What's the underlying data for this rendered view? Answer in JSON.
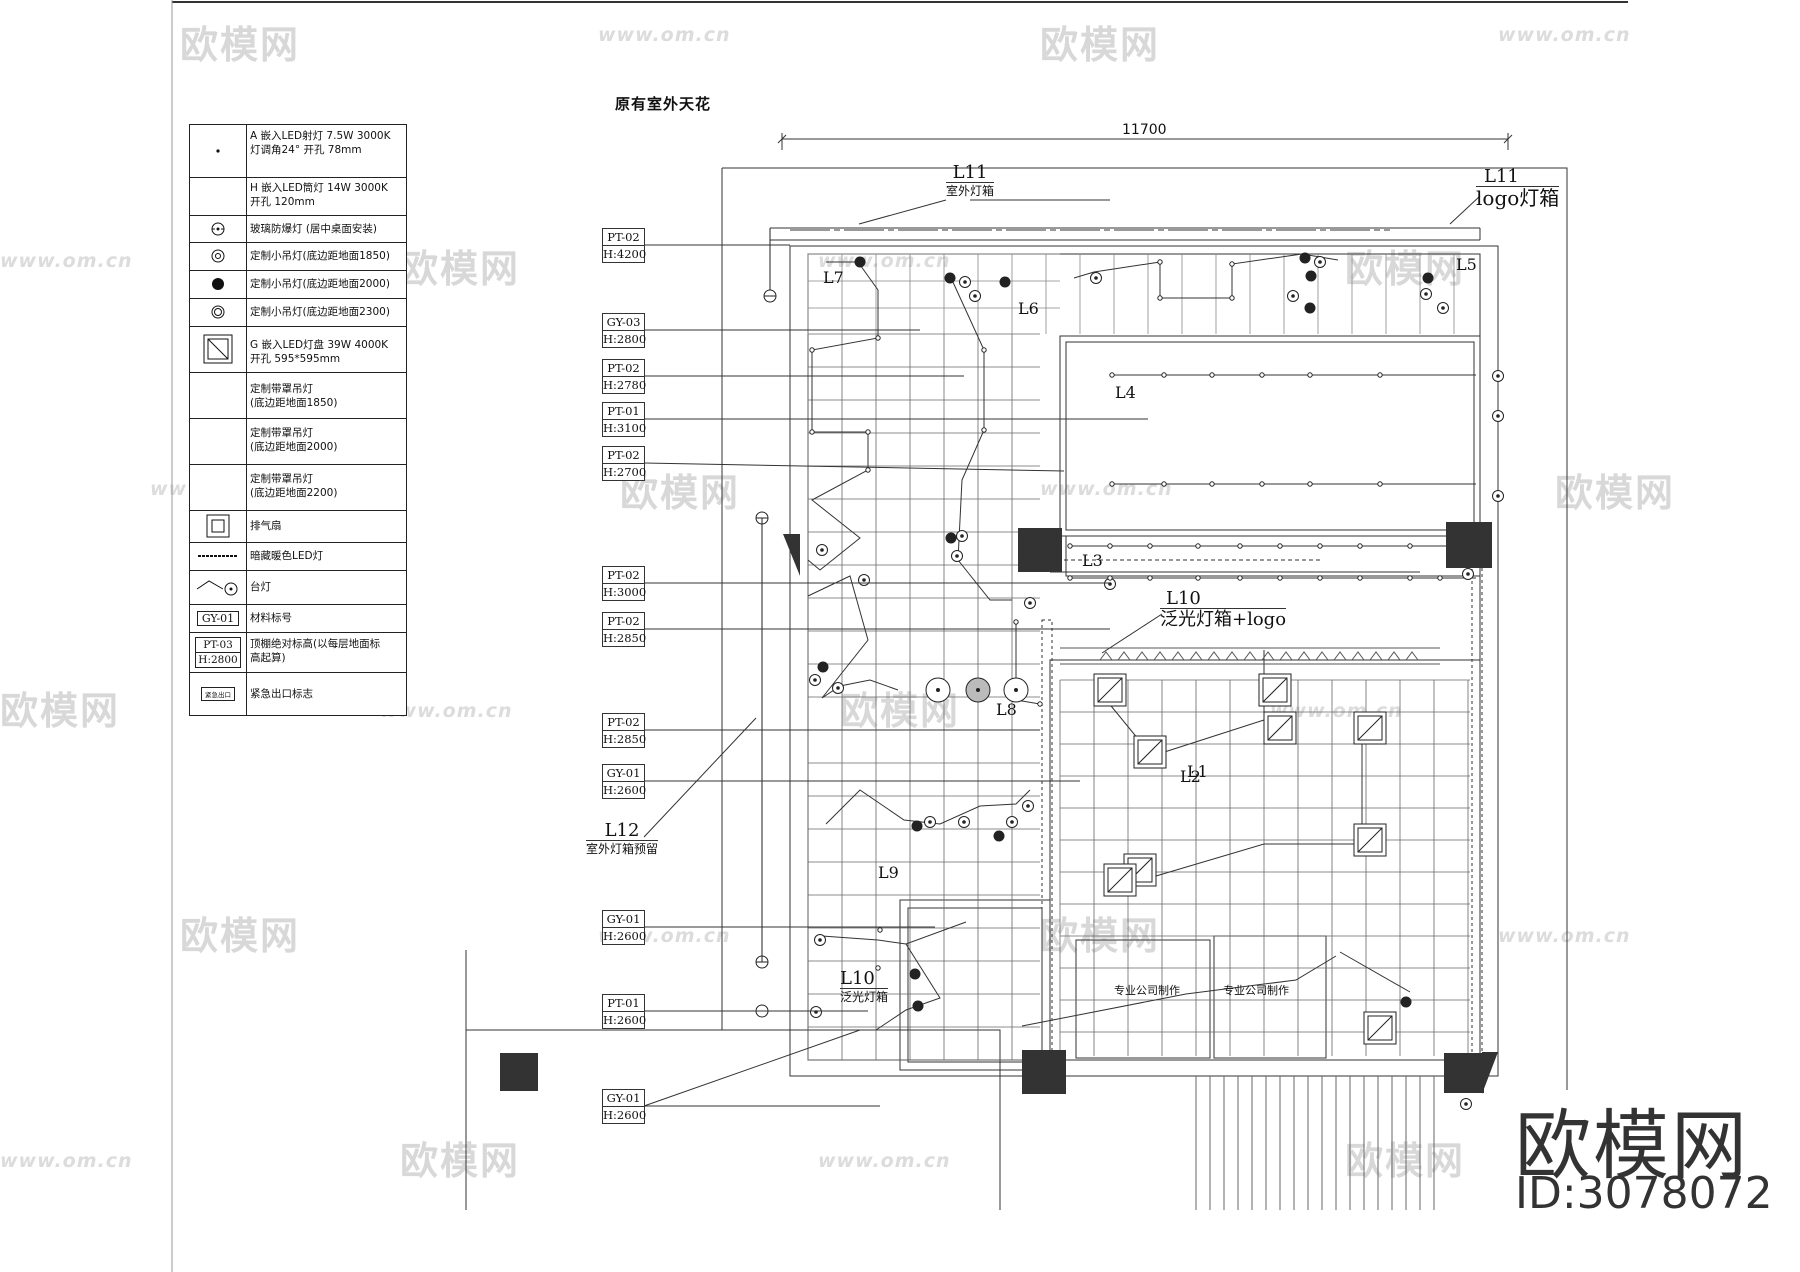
{
  "title": "原有室外天花",
  "dimension": "11700",
  "legend": [
    {
      "symbol": "dot-icon",
      "text": "A 嵌入LED射灯 7.5W 3000K\n灯调角24°   开孔   78mm"
    },
    {
      "symbol": "",
      "text": "H 嵌入LED筒灯 14W 3000K\n   开孔 120mm"
    },
    {
      "symbol": "explosion-proof-lamp-icon",
      "text": "玻璃防爆灯 (居中桌面安装)"
    },
    {
      "symbol": "ring-icon",
      "text": "定制小吊灯(底边距地面1850)"
    },
    {
      "symbol": "filled-circle-icon",
      "text": "定制小吊灯(底边距地面2000)"
    },
    {
      "symbol": "double-ring-icon",
      "text": "定制小吊灯(底边距地面2300)"
    },
    {
      "symbol": "led-panel-icon",
      "text": "G 嵌入LED灯盘 39W 4000K\n开孔   595*595mm"
    },
    {
      "symbol": "",
      "text": "定制带罩吊灯\n(底边距地面1850)"
    },
    {
      "symbol": "",
      "text": "定制带罩吊灯\n(底边距地面2000)"
    },
    {
      "symbol": "",
      "text": "定制带罩吊灯\n(底边距地面2200)"
    },
    {
      "symbol": "exhaust-fan-icon",
      "text": "排气扇"
    },
    {
      "symbol": "dashed-line-icon",
      "text": "暗藏暖色LED灯"
    },
    {
      "symbol": "table-lamp-icon",
      "text": "台灯"
    },
    {
      "symbol": "material-tag-icon",
      "text": "材料标号",
      "tag": "GY-01"
    },
    {
      "symbol": "height-tag-icon",
      "text": "顶棚绝对标高(以每层地面标\n高起算)",
      "tag": "PT-03",
      "tag2": "H:2800"
    },
    {
      "symbol": "exit-sign-icon",
      "text": "紧急出口标志",
      "tag": "紧急出口"
    }
  ],
  "tags": [
    {
      "code": "PT-02",
      "height": "H:4200"
    },
    {
      "code": "GY-03",
      "height": "H:2800"
    },
    {
      "code": "PT-02",
      "height": "H:2780"
    },
    {
      "code": "PT-01",
      "height": "H:3100"
    },
    {
      "code": "PT-02",
      "height": "H:2700"
    },
    {
      "code": "PT-02",
      "height": "H:3000"
    },
    {
      "code": "PT-02",
      "height": "H:2850"
    },
    {
      "code": "PT-02",
      "height": "H:2850"
    },
    {
      "code": "GY-01",
      "height": "H:2600"
    },
    {
      "code": "GY-01",
      "height": "H:2600"
    },
    {
      "code": "PT-01",
      "height": "H:2600"
    },
    {
      "code": "GY-01",
      "height": "H:2600"
    }
  ],
  "circuit_labels": [
    "L1",
    "L2",
    "L3",
    "L4",
    "L5",
    "L6",
    "L7",
    "L8",
    "L9",
    "L10",
    "L11",
    "L11",
    "L10",
    "L12"
  ],
  "callouts": {
    "l11_left": "室外灯箱",
    "l11_right": "logo灯箱",
    "l10_top": "泛光灯箱+logo",
    "l12": "室外灯箱预留",
    "l10_bottom": "泛光灯箱"
  },
  "notes": [
    "专业公司制作",
    "专业公司制作"
  ],
  "watermark": {
    "logo": "欧模网",
    "url": "www.om.cn"
  },
  "brand": {
    "name": "欧模网",
    "id": "ID:3078072"
  }
}
